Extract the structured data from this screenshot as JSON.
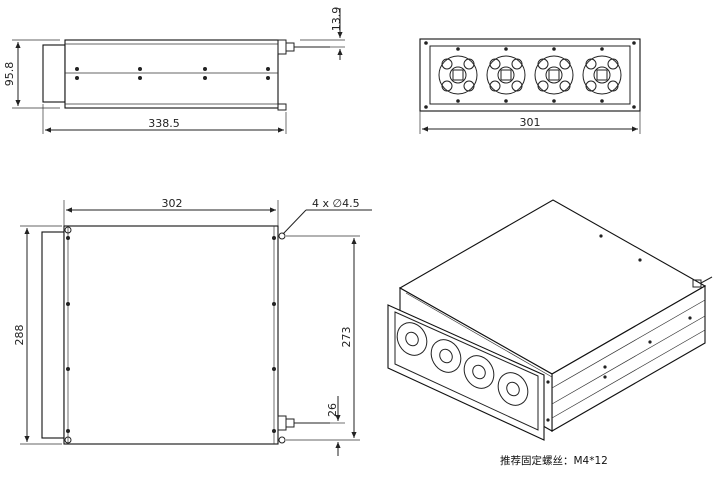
{
  "dimensions": {
    "side_height": "95.8",
    "side_length": "338.5",
    "connector_offset": "13.9",
    "front_width": "301",
    "top_width": "302",
    "top_depth": "288",
    "hole_spacing": "273",
    "hole_edge_offset": "26",
    "holes": "4 x ∅4.5"
  },
  "note": "推荐固定螺丝：M4*12"
}
